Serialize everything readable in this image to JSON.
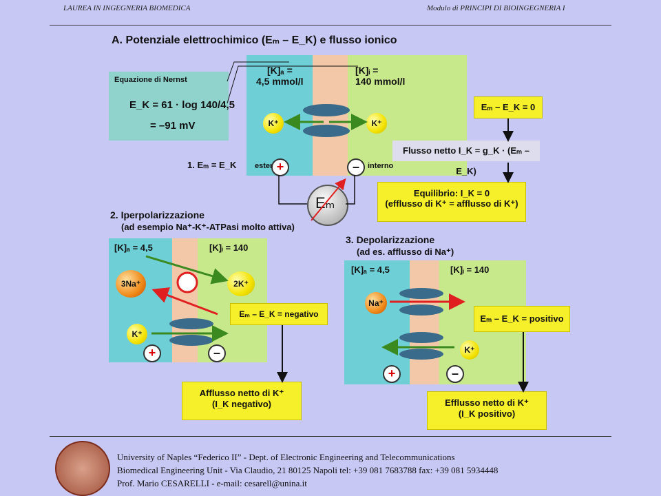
{
  "header": {
    "left": "LAUREA IN INGEGNERIA BIOMEDICA",
    "right": "Modulo di PRINCIPI DI BIOINGEGNERIA I"
  },
  "panel_a": {
    "title": "A. Potenziale elettrochimico (Eₘ – E_K) e flusso ionico",
    "ke_label": "[K]ₐ =",
    "ke_value": "4,5 mmol/l",
    "ki_label": "[K]ᵢ =",
    "ki_value": "140 mmol/l",
    "nernst_title": "Equazione di Nernst",
    "nernst_line1": "E_K = 61 · log 140/4,5",
    "nernst_line2": "= –91 mV",
    "k_ion": "K⁺",
    "step1": "1. Eₘ = E_K",
    "esterno": "esterno",
    "interno": "interno",
    "plus": "+",
    "minus": "–",
    "em": "Eₘ",
    "box_zero": "Eₘ – E_K = 0",
    "flux": "Flusso netto I_K = g_K · (Eₘ – E_K)",
    "equil1": "Equilibrio: I_K = 0",
    "equil2": "(efflusso di K⁺ = afflusso di K⁺)"
  },
  "panel_2": {
    "title1": "2. Iperpolarizzazione",
    "title2": "(ad esempio Na⁺-K⁺-ATPasi molto attiva)",
    "ke": "[K]ₐ = 4,5",
    "ki": "[K]ᵢ = 140",
    "na": "3Na⁺",
    "k2": "2K⁺",
    "k": "K⁺",
    "box": "Eₘ – E_K = negativo",
    "out1": "Afflusso netto di K⁺",
    "out2": "(I_K negativo)"
  },
  "panel_3": {
    "title1": "3. Depolarizzazione",
    "title2": "(ad es. afflusso di Na⁺)",
    "ke": "[K]ₐ = 4,5",
    "ki": "[K]ᵢ = 140",
    "na": "Na⁺",
    "k": "K⁺",
    "box": "Eₘ – E_K = positivo",
    "out1": "Efflusso netto di K⁺",
    "out2": "(I_K positivo)"
  },
  "footer": {
    "line1": "University of Naples “Federico II” - Dept. of Electronic Engineering and Telecommunications",
    "line2": "Biomedical Engineering Unit - Via Claudio, 21  80125 Napoli  tel: +39 081 7683788   fax: +39 081 5934448",
    "line3": "Prof. Mario CESARELLI - e-mail: cesarell@unina.it"
  }
}
